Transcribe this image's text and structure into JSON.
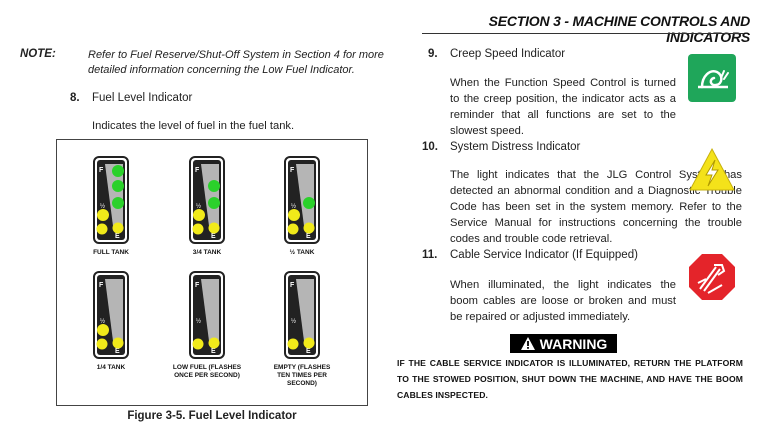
{
  "header": {
    "title": "SECTION 3 - MACHINE CONTROLS AND INDICATORS"
  },
  "note": {
    "label": "NOTE:",
    "text": "Refer to Fuel Reserve/Shut-Off System in Section 4 for more detailed information concerning the Low Fuel Indicator."
  },
  "item8": {
    "number": "8.",
    "title": "Fuel Level Indicator",
    "desc": "Indicates the level of fuel in the fuel tank."
  },
  "figure": {
    "caption": "Figure 3-5. Fuel Level Indicator",
    "gauges": [
      {
        "label": "FULL TANK",
        "level": 1.0
      },
      {
        "label": "3/4 TANK",
        "level": 0.75
      },
      {
        "label": "½ TANK",
        "level": 0.5
      },
      {
        "label": "1/4 TANK",
        "level": 0.25
      },
      {
        "label": "LOW FUEL (FLASHES ONCE PER SECOND)",
        "level": 0.1
      },
      {
        "label": "EMPTY (FLASHES TEN TIMES PER SECOND)",
        "level": 0.0
      }
    ],
    "gauge_marks": {
      "full": "F",
      "half": "½",
      "empty": "E"
    },
    "colors": {
      "green": "#2bd12b",
      "yellow": "#f1ea1a",
      "gray": "#b5b5b5",
      "dark": "#222222"
    }
  },
  "item9": {
    "number": "9.",
    "title": "Creep Speed Indicator",
    "desc": "When the Function Speed Control is turned to the creep position, the indicator acts as a reminder that all functions are set to the slowest speed.",
    "icon": "snail-icon",
    "color": "#1fa65a"
  },
  "item10": {
    "number": "10.",
    "title": "System Distress Indicator",
    "desc": "The light indicates that the JLG Control System has detected an abnormal condition and a Diagnostic Trouble Code has been set in the system memory. Refer to the Service Manual for instructions concerning the trouble codes and trouble code retrieval.",
    "icon": "lightning-warning-icon",
    "color": "#f4e21a"
  },
  "item11": {
    "number": "11.",
    "title": "Cable Service Indicator (If Equipped)",
    "desc": "When illuminated, the light indicates the boom cables are loose or broken and must be repaired or adjusted immediately.",
    "icon": "cable-service-icon",
    "color": "#e4242a"
  },
  "warning": {
    "banner": "WARNING",
    "text": "IF THE CABLE SERVICE INDICATOR IS ILLUMINATED, RETURN THE PLATFORM TO THE STOWED POSITION, SHUT DOWN THE MACHINE, AND HAVE THE BOOM CABLES INSPECTED."
  }
}
